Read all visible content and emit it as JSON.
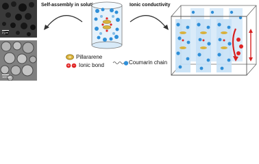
{
  "figure": {
    "tem_top": {
      "scale_label": "2 μm"
    },
    "tem_bottom": {
      "scale_label": "100 nm"
    },
    "labels": {
      "self_assembly": "Self-assembly in solution",
      "ionic_conductivity": "Ionic conductivity"
    },
    "legend": {
      "pillararene": "Pillararene",
      "ionic_bond": "Ionic bond",
      "coumarin_chain": "Coumarin chain"
    },
    "colors": {
      "tube": "#cfe6f7",
      "coumarin_blue": "#2f8fd8",
      "pillararene_gold": "#d9b13b",
      "ion_red": "#e02424",
      "arrow_red": "#d62020",
      "frame": "#444444"
    }
  }
}
